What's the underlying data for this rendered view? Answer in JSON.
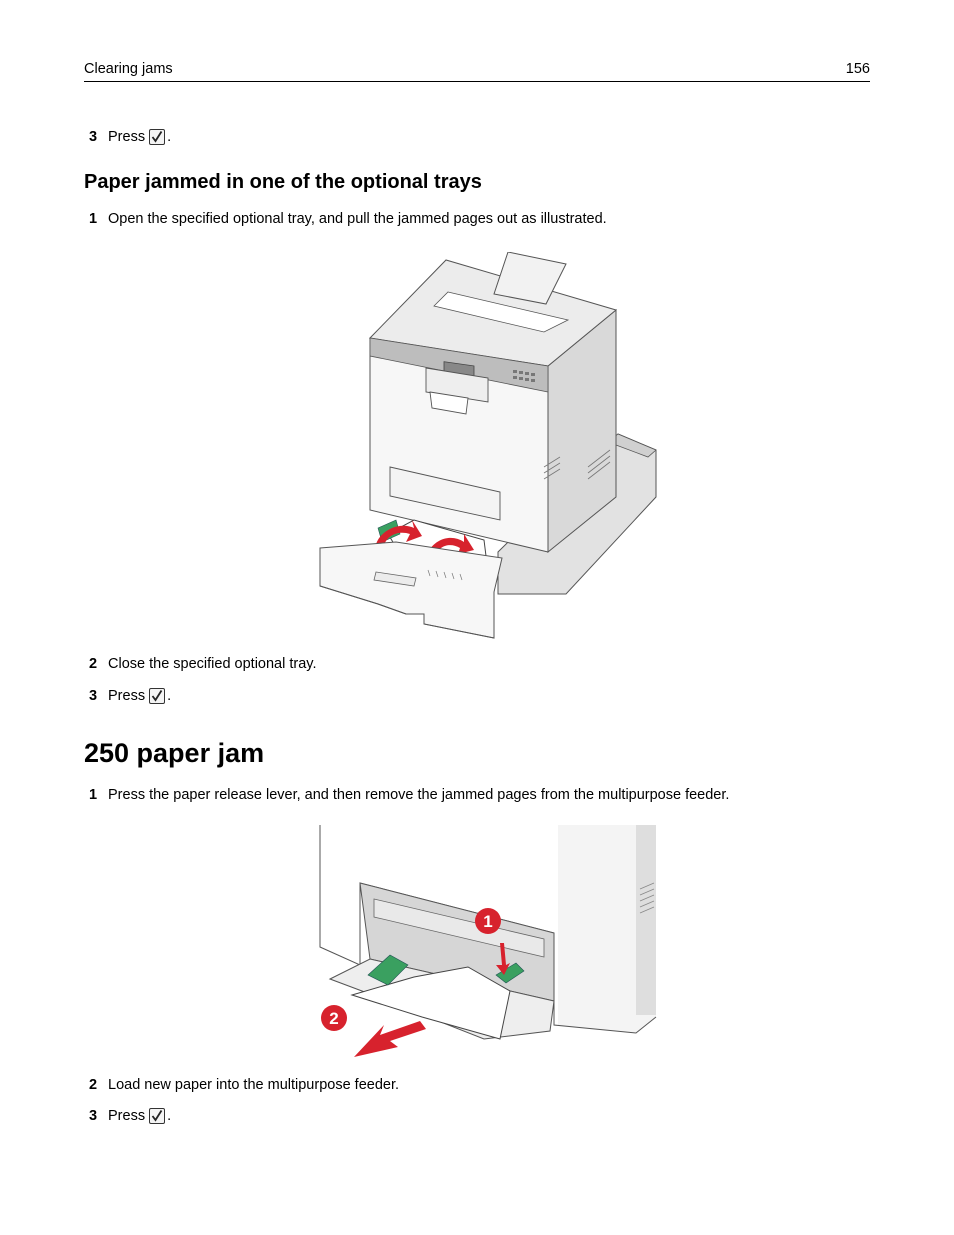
{
  "header": {
    "section": "Clearing jams",
    "page_number": "156"
  },
  "steps": {
    "s1": {
      "num": "3",
      "text": "Press",
      "suffix": "."
    },
    "optional_trays": {
      "heading": "Paper jammed in one of the optional trays",
      "step1": {
        "num": "1",
        "text": "Open the specified optional tray, and pull the jammed pages out as illustrated."
      },
      "step2": {
        "num": "2",
        "text": "Close the specified optional tray."
      },
      "step3": {
        "num": "3",
        "text": "Press",
        "suffix": "."
      }
    },
    "paper250": {
      "heading": "250 paper jam",
      "step1": {
        "num": "1",
        "text": "Press the paper release lever, and then remove the jammed pages from the multipurpose feeder."
      },
      "step2": {
        "num": "2",
        "text": "Load new paper into the multipurpose feeder."
      },
      "step3": {
        "num": "3",
        "text": "Press",
        "suffix": "."
      }
    }
  },
  "callouts": {
    "c1": "1",
    "c2": "2"
  },
  "colors": {
    "callout_red": "#d7222d",
    "guide_green": "#3aa060",
    "body_gray": "#e6e6e6"
  }
}
